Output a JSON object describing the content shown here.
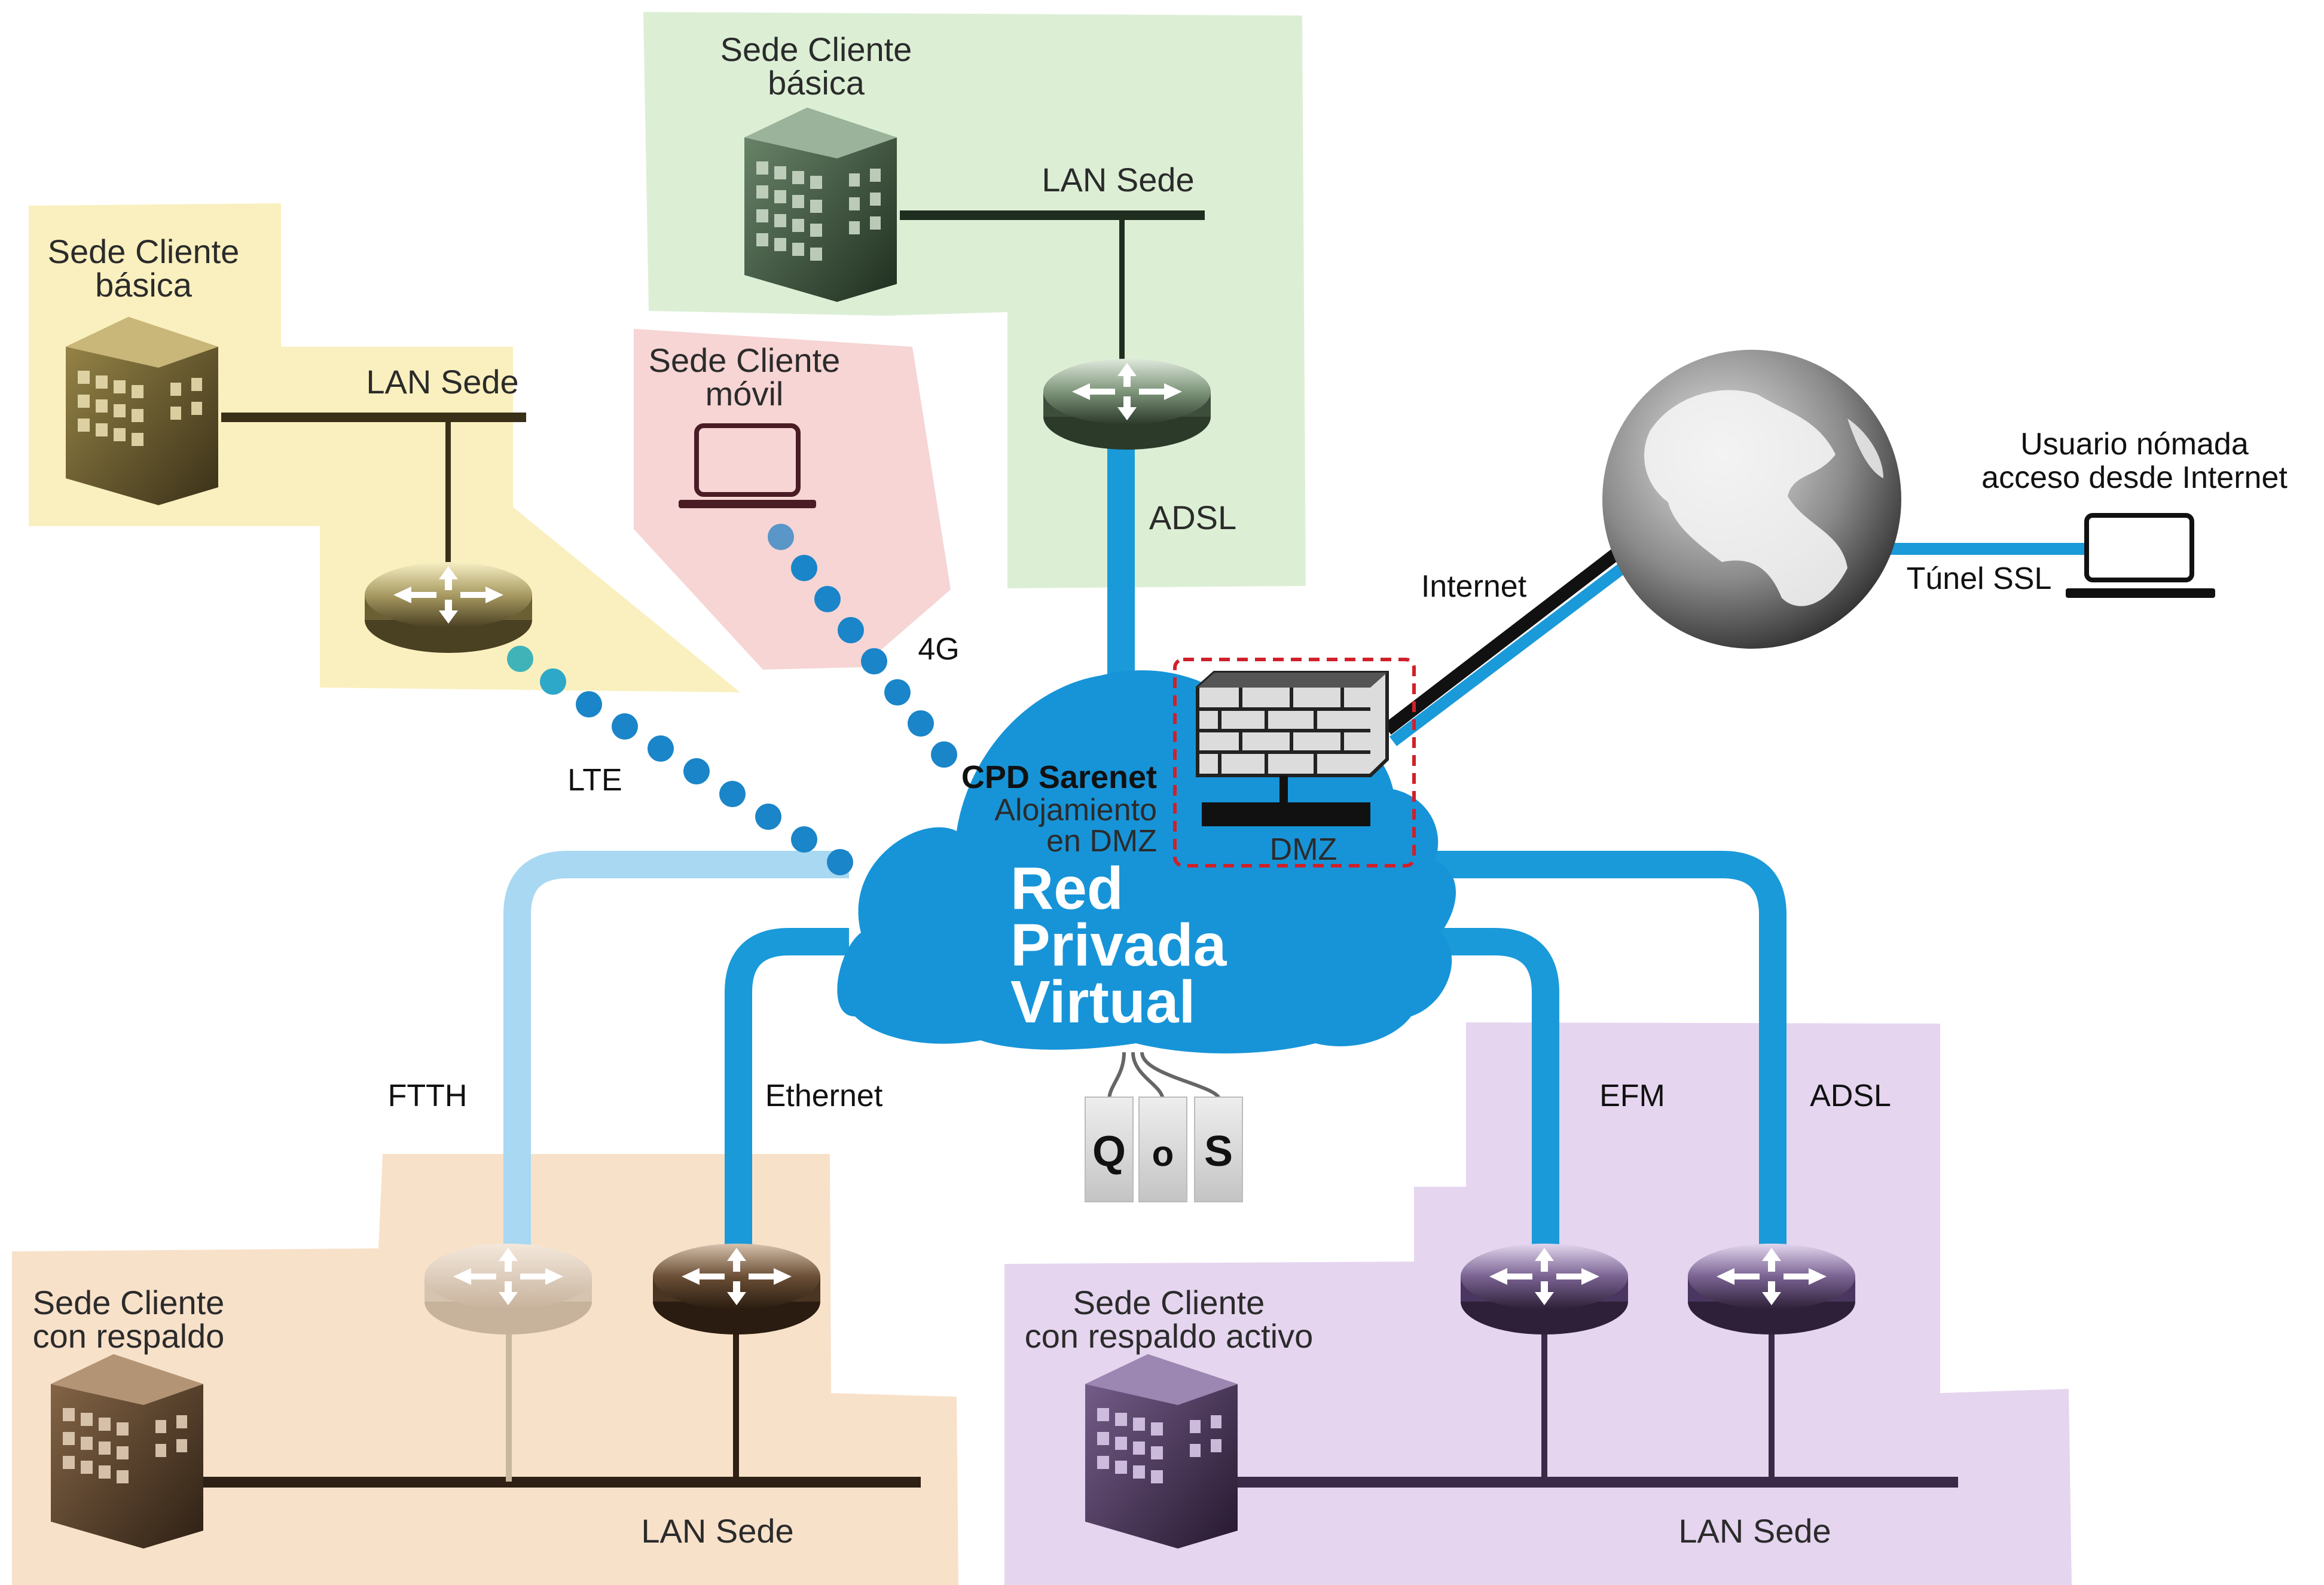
{
  "zones": {
    "green": {
      "title_line1": "Sede Cliente",
      "title_line2": "básica",
      "lan_label": "LAN Sede",
      "link_label": "ADSL"
    },
    "yellow": {
      "title_line1": "Sede Cliente",
      "title_line2": "básica",
      "lan_label": "LAN Sede",
      "link_label": "LTE"
    },
    "pink": {
      "title_line1": "Sede Cliente",
      "title_line2": "móvil",
      "link_label": "4G"
    },
    "orange": {
      "title_line1": "Sede Cliente",
      "title_line2": "con respaldo",
      "lan_label": "LAN Sede",
      "link1_label": "FTTH",
      "link2_label": "Ethernet"
    },
    "purple": {
      "title_line1": "Sede Cliente",
      "title_line2": "con respaldo activo",
      "lan_label": "LAN Sede",
      "link1_label": "EFM",
      "link2_label": "ADSL"
    }
  },
  "cloud": {
    "cpd": "CPD Sarenet",
    "hosting_line1": "Alojamiento",
    "hosting_line2": "en DMZ",
    "dmz": "DMZ",
    "vpn_line1": "Red",
    "vpn_line2": "Privada",
    "vpn_line3": "Virtual"
  },
  "qos": [
    "Q",
    "o",
    "S"
  ],
  "internet": {
    "link_label": "Internet",
    "tunnel_label": "Túnel SSL",
    "nomad_line1": "Usuario nómada",
    "nomad_line2": "acceso desde Internet"
  },
  "colors": {
    "link_blue": "#1a9ad9",
    "link_light_blue": "#a8d8f2",
    "green_zone": "#dcefd5",
    "yellow_zone": "#faf0bf",
    "pink_zone": "#f6d5d4",
    "orange_zone": "#f8e1c9",
    "purple_zone": "#e5d5ef",
    "dmz_border": "#d0202a"
  },
  "icons": [
    "building-icon",
    "router-icon",
    "laptop-icon",
    "firewall-icon",
    "globe-icon"
  ]
}
